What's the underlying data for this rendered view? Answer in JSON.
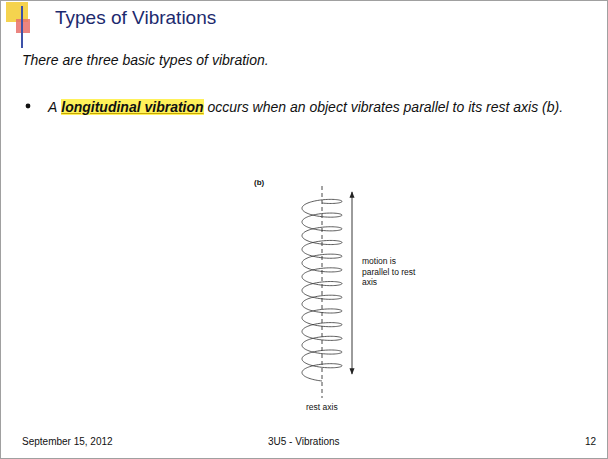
{
  "diagram": {
    "title": "Types of Vibrations",
    "labels": [
      "There are three basic types of vibration.",
      "A",
      "longitudinal vibration",
      "occurs when an object vibrates parallel to its rest axis (b).",
      "(b)",
      "motion is parallel to rest axis",
      "rest axis",
      "September 15, 2012",
      "3U5 - Vibrations",
      "12"
    ]
  }
}
